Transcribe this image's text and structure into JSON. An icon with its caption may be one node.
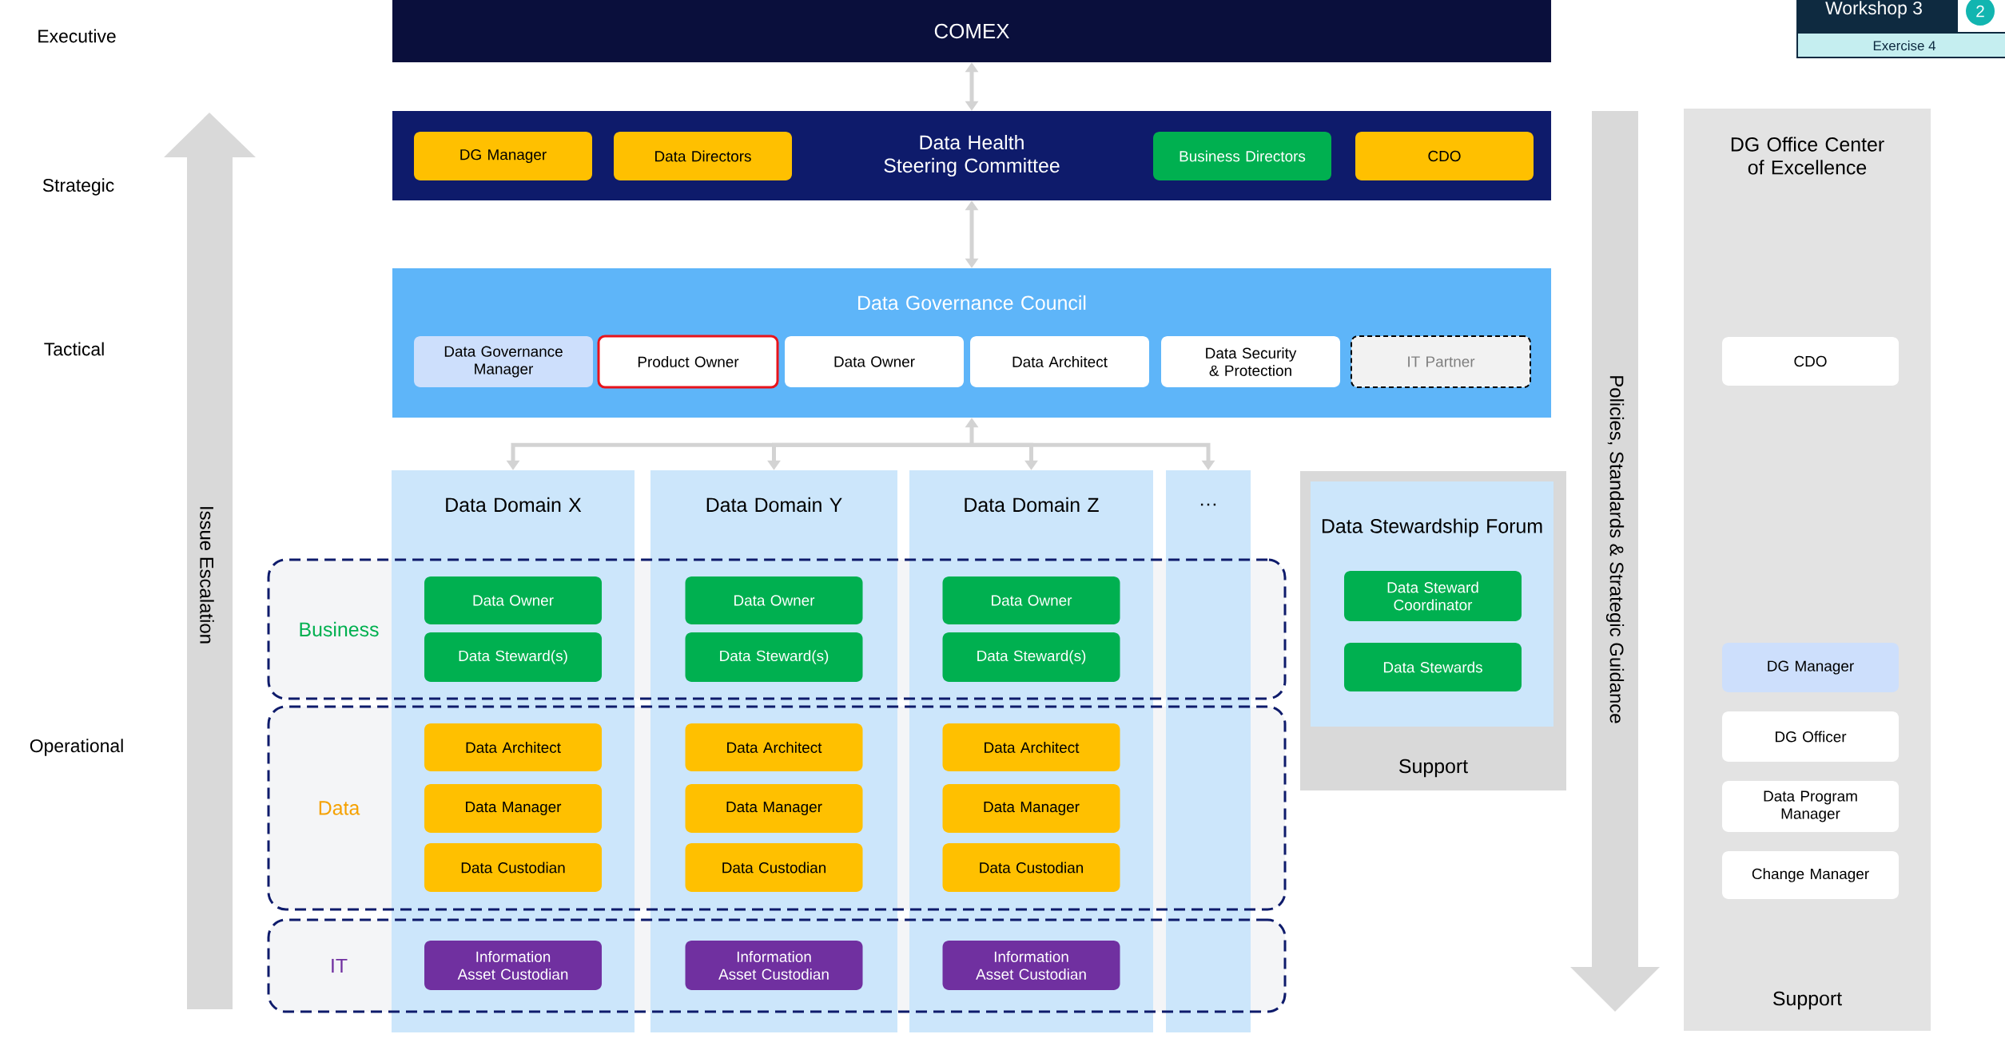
{
  "diagram": {
    "nodes": [
      {
        "text": [
          "COMEX"
        ]
      },
      {
        "text": [
          "Data Health Steering Committee"
        ]
      },
      {
        "text": [
          "DG Manager"
        ],
        "in": 1
      },
      {
        "text": [
          "Data Directors"
        ],
        "in": 1
      },
      {
        "text": [
          "Business Directors"
        ],
        "in": 1
      },
      {
        "text": [
          "CDO"
        ],
        "in": 1
      },
      {
        "text": [
          "Data Governance Council"
        ]
      },
      {
        "text": [
          "Data Governance Manager"
        ],
        "in": 6
      },
      {
        "text": [
          "Product Owner"
        ],
        "in": 6
      },
      {
        "text": [
          "Data Owner"
        ],
        "in": 6
      },
      {
        "text": [
          "Data Architect"
        ],
        "in": 6
      },
      {
        "text": [
          "Data Security & Protection"
        ],
        "in": 6
      },
      {
        "text": [
          "IT Partner"
        ],
        "in": 6
      },
      {
        "text": [
          "Data Domain X"
        ]
      },
      {
        "text": [
          "Data Domain Y"
        ]
      },
      {
        "text": [
          "Data Domain Z"
        ]
      },
      {
        "text": [
          "…"
        ]
      },
      {
        "text": [
          "Business"
        ]
      },
      {
        "text": [
          "Data"
        ]
      },
      {
        "text": [
          "IT"
        ]
      },
      {
        "text": [
          "Data Owner"
        ]
      },
      {
        "text": [
          "Data Steward(s)"
        ]
      },
      {
        "text": [
          "Data Architect"
        ]
      },
      {
        "text": [
          "Data Manager"
        ]
      },
      {
        "text": [
          "Data Custodian"
        ]
      },
      {
        "text": [
          "Information Asset Custodian"
        ]
      },
      {
        "text": [
          "Data Owner"
        ]
      },
      {
        "text": [
          "Data Steward(s)"
        ]
      },
      {
        "text": [
          "Data Architect"
        ]
      },
      {
        "text": [
          "Data Manager"
        ]
      },
      {
        "text": [
          "Data Custodian"
        ]
      },
      {
        "text": [
          "Information Asset Custodian"
        ]
      },
      {
        "text": [
          "Data Owner"
        ]
      },
      {
        "text": [
          "Data Steward(s)"
        ]
      },
      {
        "text": [
          "Data Architect"
        ]
      },
      {
        "text": [
          "Data Manager"
        ]
      },
      {
        "text": [
          "Data Custodian"
        ]
      },
      {
        "text": [
          "Information Asset Custodian"
        ]
      },
      {
        "text": [
          "Support"
        ]
      },
      {
        "text": [
          "Data Stewardship Forum"
        ],
        "in": 38
      },
      {
        "text": [
          "Data Steward Coordinator"
        ],
        "in": 39
      },
      {
        "text": [
          "Data Stewards"
        ],
        "in": 39
      },
      {
        "text": [
          "DG Office Center of Excellence",
          "Support"
        ]
      },
      {
        "text": [
          "CDO"
        ],
        "in": 42
      },
      {
        "text": [
          "DG Manager"
        ],
        "in": 42
      },
      {
        "text": [
          "DG Officer"
        ],
        "in": 42
      },
      {
        "text": [
          "Data Program Manager"
        ],
        "in": 42
      },
      {
        "text": [
          "Change Manager"
        ],
        "in": 42
      }
    ],
    "edges": [
      {
        "from": 0,
        "to": 1,
        "arrow": "both"
      },
      {
        "from": 1,
        "to": 6,
        "arrow": "both"
      },
      {
        "from": 6,
        "to": 13,
        "arrow": "both"
      },
      {
        "from": 6,
        "to": 14,
        "arrow": "both"
      },
      {
        "from": 6,
        "to": 15,
        "arrow": "both"
      },
      {
        "from": 6,
        "to": 16,
        "arrow": "both"
      }
    ],
    "labels": [
      "Executive",
      "Workshop 3",
      "2",
      "Exercise 4",
      "Strategic",
      "Tactical",
      "Policies, Standards & Strategic Guidance",
      "Issue Escalation",
      "Operational"
    ]
  }
}
